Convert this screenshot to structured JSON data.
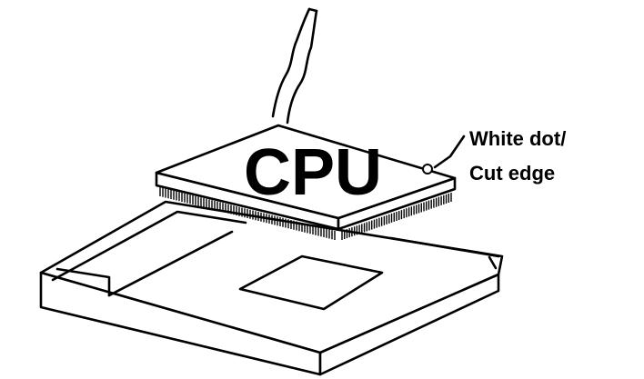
{
  "diagram": {
    "chip_label": "CPU",
    "callout_line1": "White dot/",
    "callout_line2": "Cut edge"
  }
}
